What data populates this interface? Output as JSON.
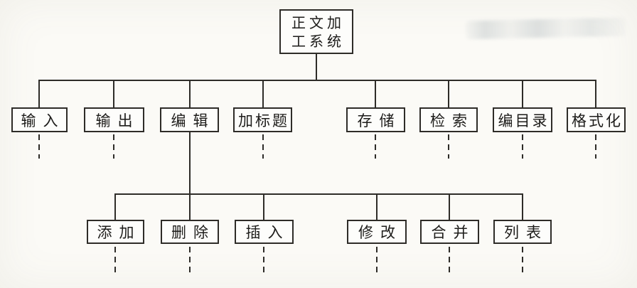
{
  "diagram": {
    "root": {
      "lines": [
        "正文加",
        "工系统"
      ]
    },
    "level1": [
      "输入",
      "输出",
      "编辑",
      "加标题",
      "存储",
      "检索",
      "编目录",
      "格式化"
    ],
    "level2": [
      "添加",
      "删除",
      "插入",
      "修改",
      "合并",
      "列表"
    ],
    "colors": {
      "line": "#2e2c28",
      "box_border": "#2e2c28",
      "box_bg": "#fdfdfb",
      "page_bg": "#fbfaf6"
    }
  }
}
